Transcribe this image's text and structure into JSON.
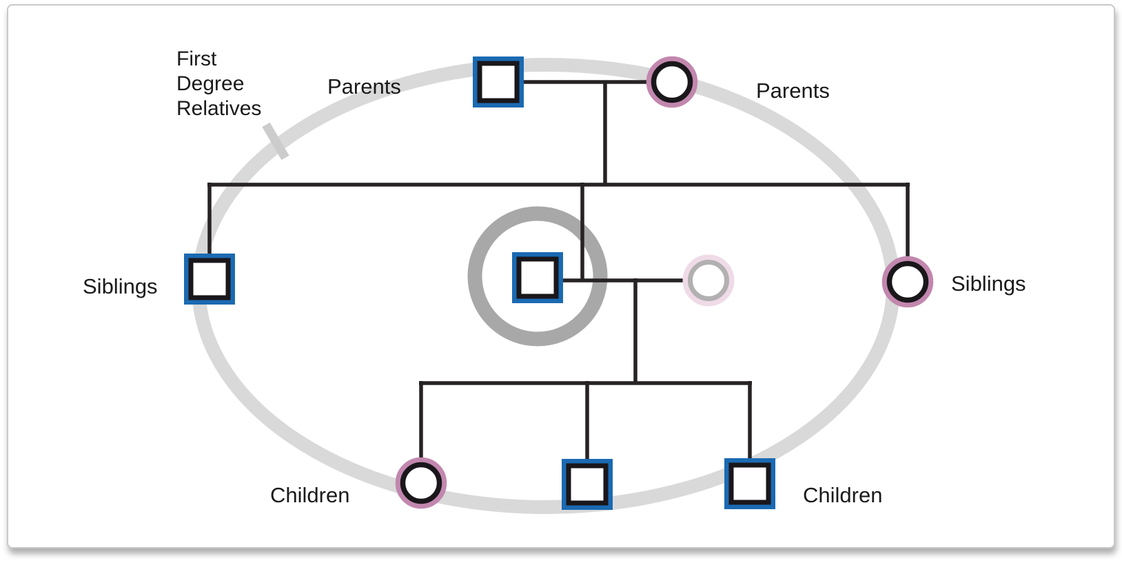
{
  "labels": {
    "callout_line1": "First",
    "callout_line2": "Degree",
    "callout_line3": "Relatives",
    "parents_left": "Parents",
    "parents_right": "Parents",
    "siblings_left": "Siblings",
    "siblings_right": "Siblings",
    "children_left": "Children",
    "children_right": "Children"
  },
  "colors": {
    "male_outline": "#1b6ab2",
    "female_outline": "#c287ae",
    "symbol_stroke": "#1a171b",
    "connector_line": "#272325",
    "boundary_ellipse": "#d9d9d9",
    "callout_tick": "#cccccc",
    "proband_ring": "#a8a8a8",
    "faded_female_outline": "#efdbe7",
    "faded_symbol_stroke": "#b2b0b0",
    "text": "#1a1a1a",
    "panel_background": "#ffffff",
    "panel_border": "#c9c9c9"
  },
  "pedigree": {
    "boundary_meaning": "First Degree Relatives",
    "individuals": [
      {
        "id": "father",
        "symbol": "male-square",
        "generation": "parents",
        "proband": false,
        "faded": false
      },
      {
        "id": "mother",
        "symbol": "female-circle",
        "generation": "parents",
        "proband": false,
        "faded": false
      },
      {
        "id": "brother",
        "symbol": "male-square",
        "generation": "siblings",
        "proband": false,
        "faded": false
      },
      {
        "id": "proband",
        "symbol": "male-square",
        "generation": "siblings",
        "proband": true,
        "faded": false
      },
      {
        "id": "spouse",
        "symbol": "female-circle",
        "generation": "siblings",
        "proband": false,
        "faded": true
      },
      {
        "id": "sister",
        "symbol": "female-circle",
        "generation": "siblings",
        "proband": false,
        "faded": false
      },
      {
        "id": "daughter",
        "symbol": "female-circle",
        "generation": "children",
        "proband": false,
        "faded": false
      },
      {
        "id": "son-1",
        "symbol": "male-square",
        "generation": "children",
        "proband": false,
        "faded": false
      },
      {
        "id": "son-2",
        "symbol": "male-square",
        "generation": "children",
        "proband": false,
        "faded": false
      }
    ],
    "unions": [
      {
        "partners": [
          "father",
          "mother"
        ],
        "children": [
          "brother",
          "proband",
          "sister"
        ]
      },
      {
        "partners": [
          "proband",
          "spouse"
        ],
        "children": [
          "daughter",
          "son-1",
          "son-2"
        ]
      }
    ],
    "inside_boundary": [
      "father",
      "mother",
      "brother",
      "proband",
      "sister",
      "daughter",
      "son-1",
      "son-2"
    ],
    "outside_boundary": [
      "spouse"
    ]
  }
}
